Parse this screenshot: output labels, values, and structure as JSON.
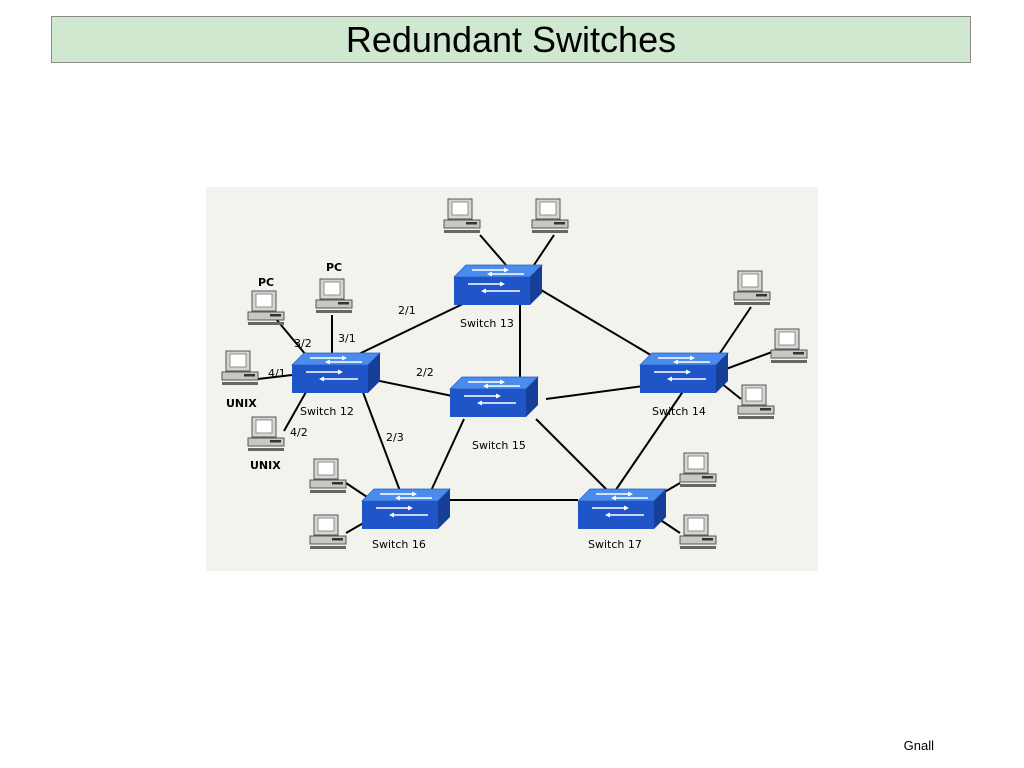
{
  "slide": {
    "title": "Redundant Switches",
    "footer": "Gnall"
  },
  "diagram": {
    "switches": [
      {
        "id": "s12",
        "label": "Switch 12"
      },
      {
        "id": "s13",
        "label": "Switch 13"
      },
      {
        "id": "s14",
        "label": "Switch 14"
      },
      {
        "id": "s15",
        "label": "Switch 15"
      },
      {
        "id": "s16",
        "label": "Switch 16"
      },
      {
        "id": "s17",
        "label": "Switch 17"
      }
    ],
    "port_labels": {
      "p21": "2/1",
      "p22": "2/2",
      "p23": "2/3",
      "p31": "3/1",
      "p32": "3/2",
      "p41": "4/1",
      "p42": "4/2"
    },
    "host_labels": {
      "pc_a": "PC",
      "pc_b": "PC",
      "unix_a": "UNIX",
      "unix_b": "UNIX"
    },
    "colors": {
      "switch_top": "#4a8bee",
      "switch_front": "#1f55c8",
      "switch_side": "#163f98",
      "link": "#000000",
      "background": "#f3f3ee"
    },
    "icons": {
      "switch": "network-switch-icon",
      "host": "workstation-icon"
    }
  }
}
